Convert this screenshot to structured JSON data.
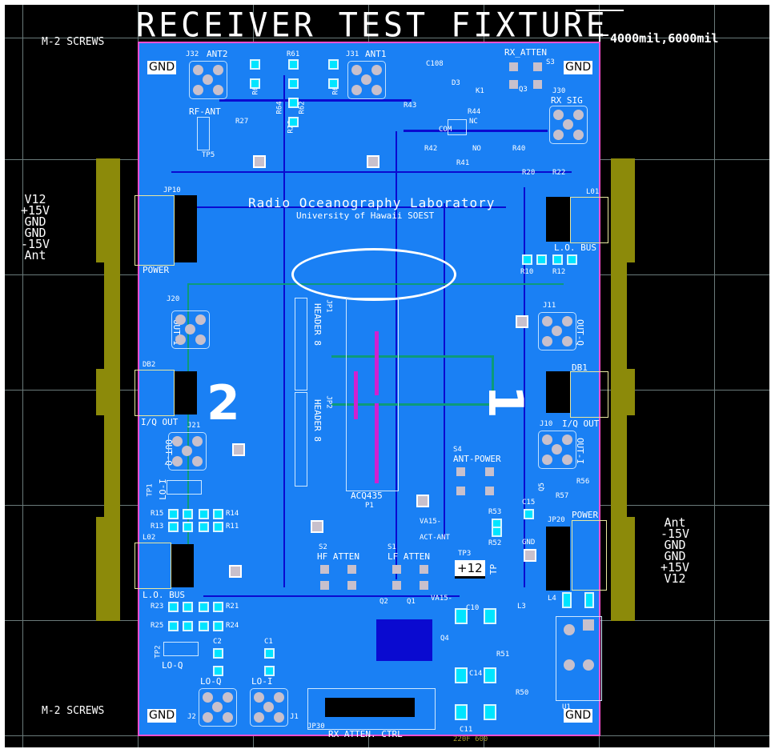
{
  "title": "RECEIVER TEST FIXTURE",
  "coord_readout": "4000mil,6000mil",
  "screws_top": "M-2 SCREWS",
  "screws_bottom": "M-2 SCREWS",
  "left_pins": [
    "V12",
    "+15V",
    "GND",
    "GND",
    "-15V",
    "Ant"
  ],
  "right_pins": [
    "Ant",
    "-15V",
    "GND",
    "GND",
    "+15V",
    "V12"
  ],
  "lab_name": "Radio Oceanography Laboratory",
  "lab_sub": "University of Hawaii SOEST",
  "gnd": "GND",
  "big_numbers": {
    "one": "1",
    "two": "2"
  },
  "connectors": {
    "j32": "J32",
    "ant2": "ANT2",
    "j31": "J31",
    "ant1": "ANT1",
    "rx_atten": "RX_ATTEN",
    "s3": "S3",
    "j30": "J30",
    "rx_sig": "RX SIG",
    "rf_ant": "RF-ANT",
    "tp5": "TP5",
    "jp10": "JP10",
    "power_left": "POWER",
    "l01": "L01",
    "lo_bus_top": "L.O. BUS",
    "j20": "J20",
    "out_i_left": "OUT-I",
    "db2": "DB2",
    "iq_out_left": "I/Q OUT",
    "j21": "J21",
    "out_q_left": "OUT-Q",
    "tp1": "TP1",
    "lo_i_tp": "LO-I",
    "l02": "L02",
    "lo_bus_bottom": "L.O. BUS",
    "tp2": "TP2",
    "lo_q_tp": "LO-Q",
    "lo_q": "LO-Q",
    "lo_i": "LO-I",
    "j2": "J2",
    "j1": "J1",
    "jp30": "JP30",
    "rx_atten_ctrl": "RX ATTEN. CTRL",
    "s2": "S2",
    "hf_atten": "HF ATTEN",
    "s1": "S1",
    "lf_atten": "LF ATTEN",
    "s4": "S4",
    "ant_power": "ANT-POWER",
    "plus12": "+12",
    "tp3": "TP3",
    "tp": "TP",
    "jp20": "JP20",
    "power_right": "POWER",
    "j11": "J11",
    "out_q_right": "OUT-Q",
    "db1": "DB1",
    "iq_out_right": "I/Q OUT",
    "j10": "J10",
    "out_i_right": "OUT-I",
    "jp1": "JP1",
    "header1": "HEADER 8",
    "jp2": "JP2",
    "header2": "HEADER 8",
    "acq": "ACQ435",
    "p1": "P1",
    "va15": "VA15-",
    "act_ant": "ACT-ANT",
    "u1": "U1"
  },
  "refs": {
    "r65": "R65",
    "r61": "R61",
    "r63": "R63",
    "r64": "R64",
    "r62": "R62",
    "r26": "R26",
    "r27": "R27",
    "c108": "C108",
    "d3": "D3",
    "k1": "K1",
    "r43": "R43",
    "r44": "R44",
    "r42": "R42",
    "r40": "R40",
    "r41": "R41",
    "q3": "Q3",
    "com": "COM",
    "nc": "NC",
    "no": "NO",
    "r20": "R20",
    "r22": "R22",
    "r10": "R10",
    "r12": "R12",
    "r15": "R15",
    "r14": "R14",
    "r13": "R13",
    "r11": "R11",
    "r23": "R23",
    "r21": "R21",
    "r25": "R25",
    "r24": "R24",
    "c2": "C2",
    "c1": "C1",
    "q2": "Q2",
    "q1": "Q1",
    "q4": "Q4",
    "c15": "C15",
    "r53": "R53",
    "r52": "R52",
    "r57": "R57",
    "r56": "R56",
    "q5": "Q5",
    "l4": "L4",
    "l3": "L3",
    "c10": "C10",
    "c11": "C11",
    "c14": "C14",
    "r50": "R50",
    "r51": "R51"
  },
  "footer_text": "220F 600",
  "colors": {
    "board": "#1a80f4",
    "outline": "#ff4fd0",
    "connector": "#8c8a0a",
    "background": "#000000"
  }
}
